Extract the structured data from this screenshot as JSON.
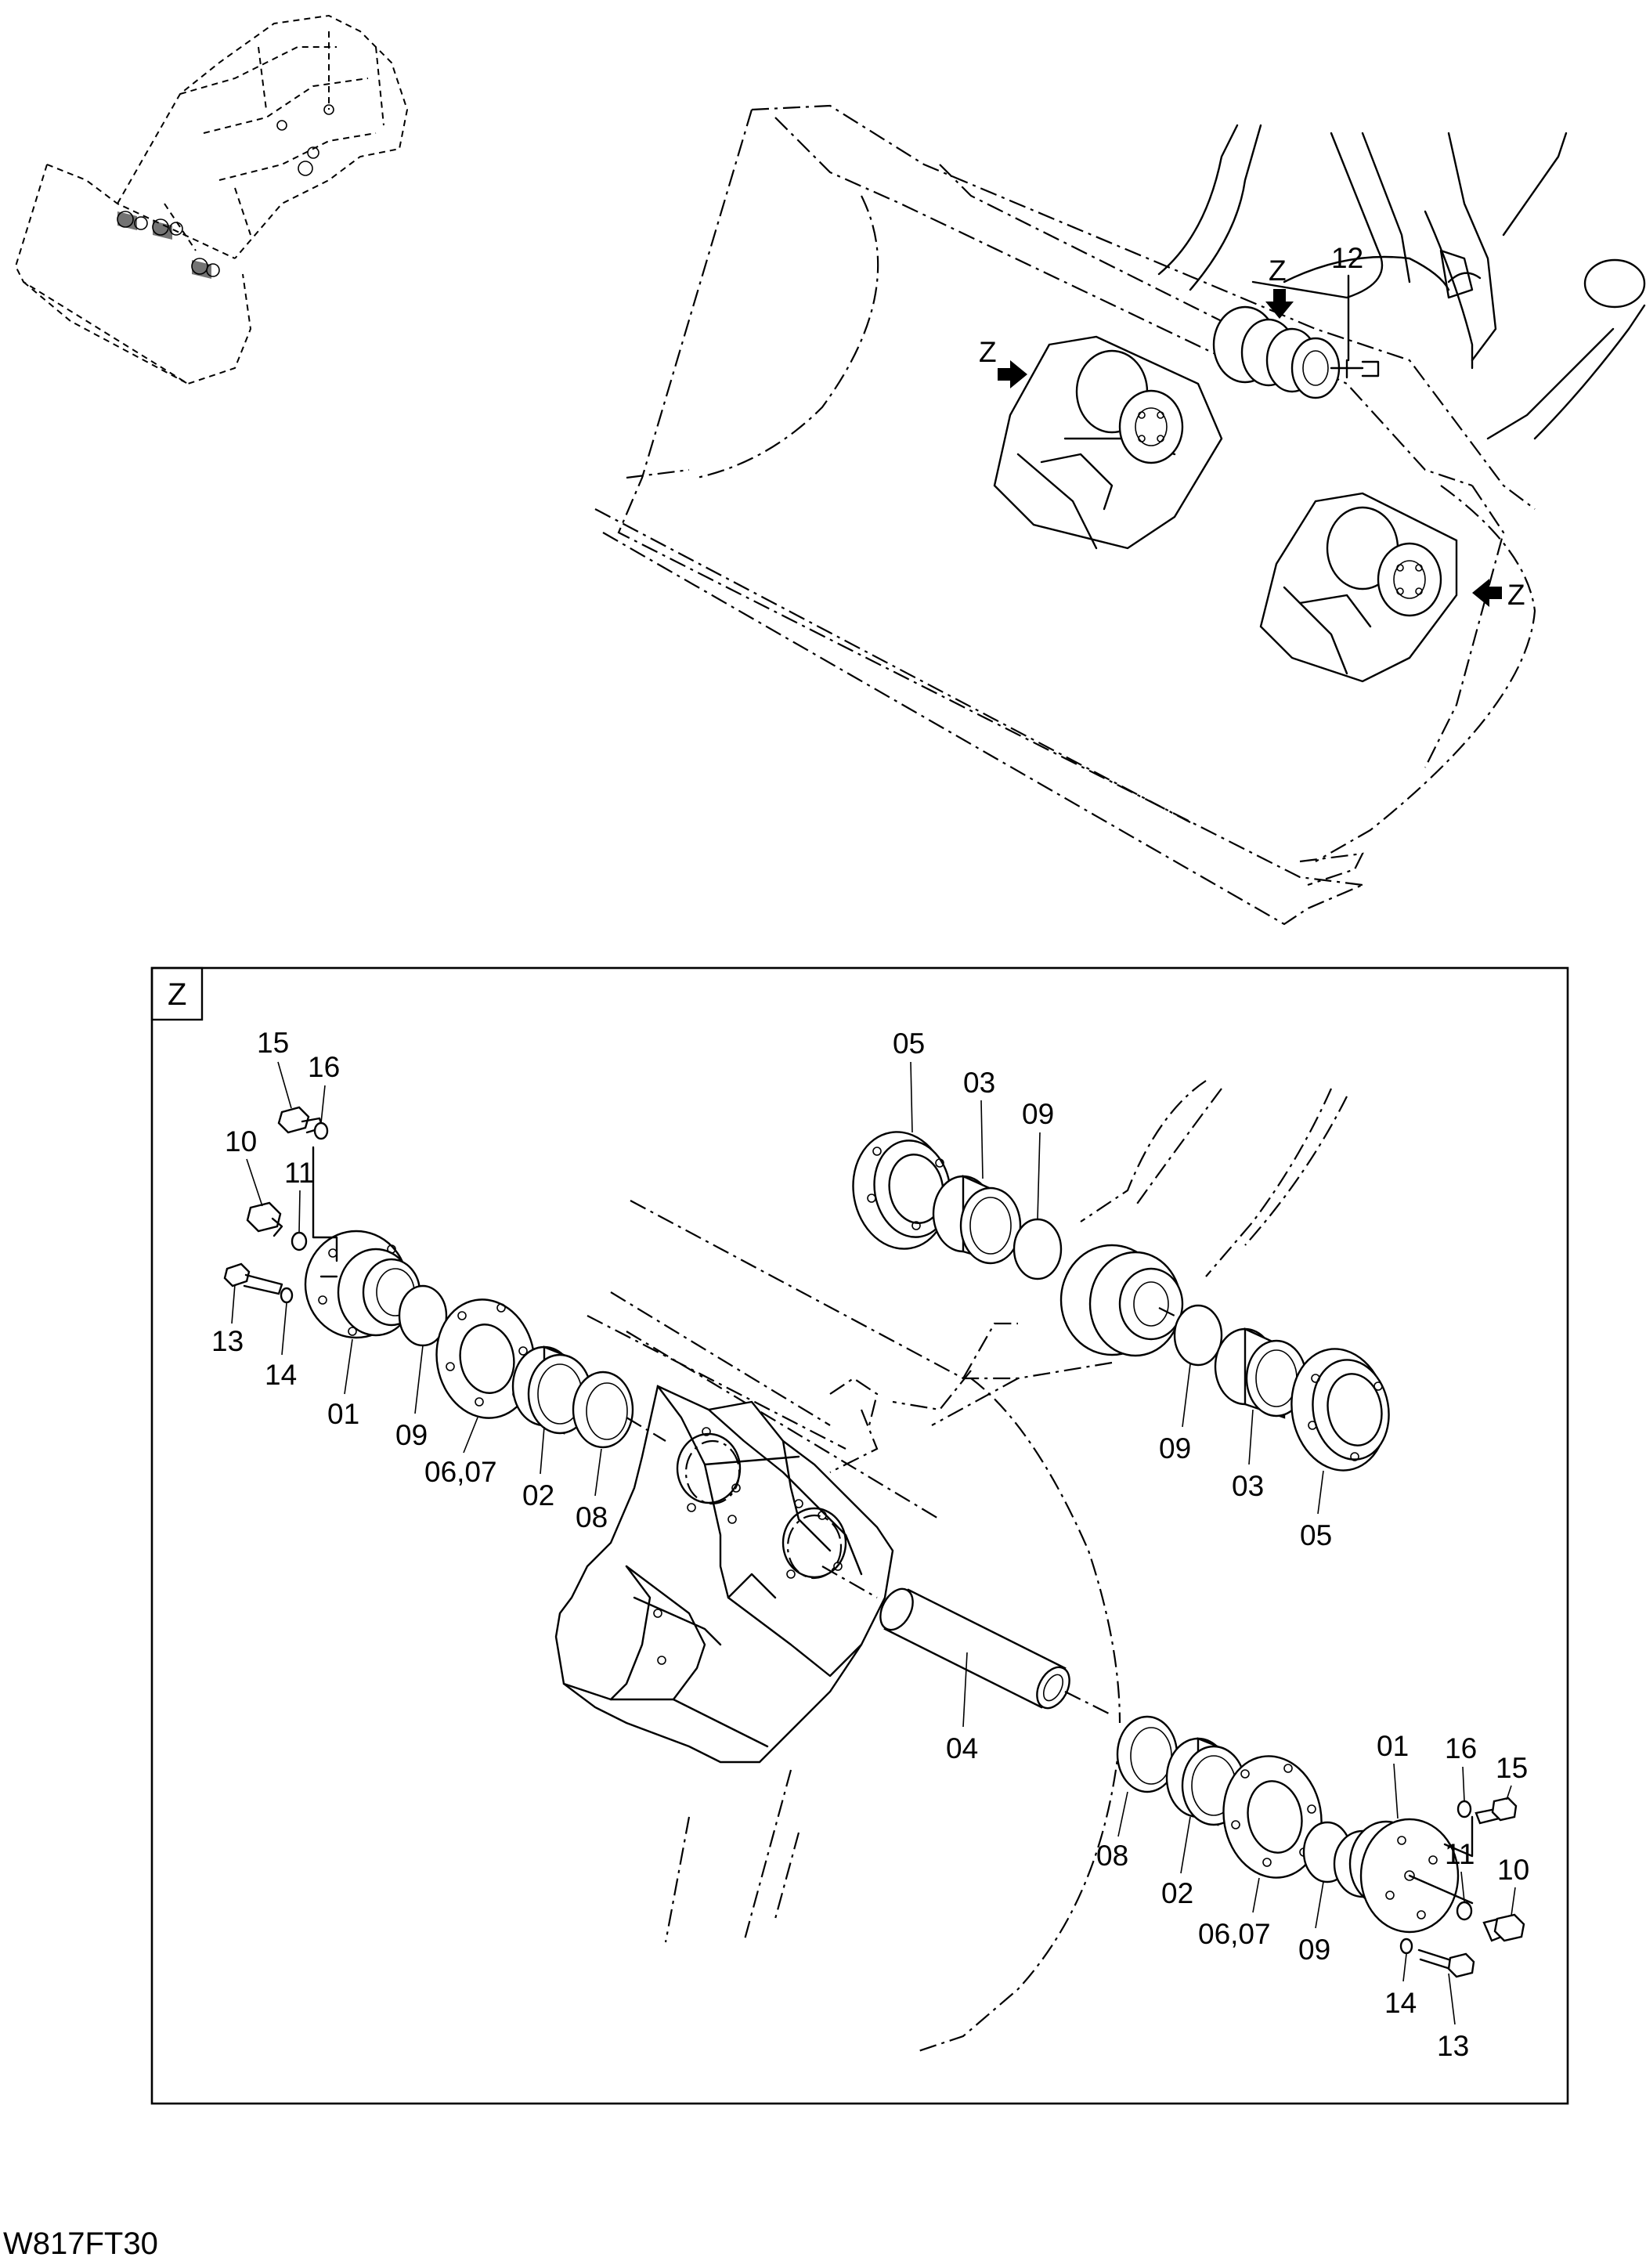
{
  "drawing_code": "W817FT30",
  "detail": {
    "view_label": "Z"
  },
  "overview": {
    "view_arrows": [
      "Z",
      "Z",
      "Z"
    ],
    "callouts": [
      "12"
    ]
  },
  "callouts": {
    "left_15": "15",
    "left_16": "16",
    "left_10": "10",
    "left_11": "11",
    "left_13": "13",
    "left_14": "14",
    "left_01": "01",
    "left_09": "09",
    "left_0607": "06,07",
    "left_02": "02",
    "left_08": "08",
    "top_05": "05",
    "top_03": "03",
    "top_09": "09",
    "mid_09": "09",
    "mid_03": "03",
    "mid_05": "05",
    "pin_04": "04",
    "right_08": "08",
    "right_02": "02",
    "right_0607": "06,07",
    "right_09": "09",
    "right_01": "01",
    "right_16": "16",
    "right_15": "15",
    "right_11": "11",
    "right_10": "10",
    "right_14": "14",
    "right_13": "13"
  }
}
